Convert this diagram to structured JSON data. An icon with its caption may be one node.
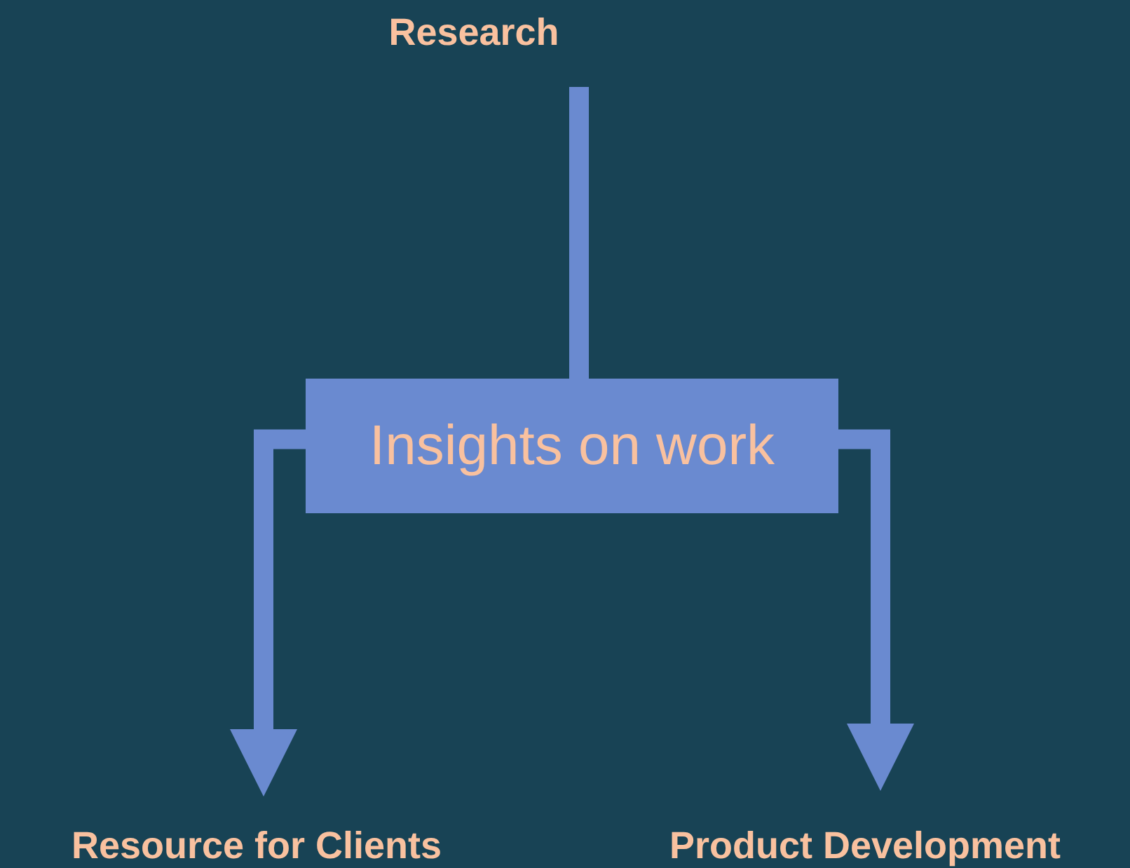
{
  "diagram": {
    "nodes": [
      {
        "text": [
          "Research"
        ]
      },
      {
        "text": [
          "Insights on work"
        ]
      },
      {
        "text": [
          "Resource for Clients"
        ]
      },
      {
        "text": [
          "Product Development"
        ]
      }
    ],
    "edges": [
      {
        "from": 0,
        "to": 1,
        "arrow": "none"
      },
      {
        "from": 1,
        "to": 2,
        "arrow": "to"
      },
      {
        "from": 1,
        "to": 3,
        "arrow": "to"
      }
    ]
  }
}
